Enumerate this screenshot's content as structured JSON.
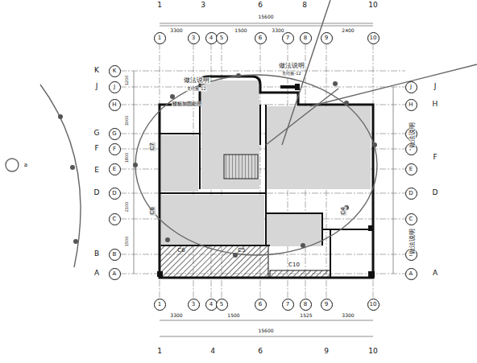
{
  "diagram": {
    "nodes": [
      {
        "text": [
          "1"
        ]
      },
      {
        "text": [
          "3"
        ]
      },
      {
        "text": [
          "4"
        ]
      },
      {
        "text": [
          "5"
        ]
      },
      {
        "text": [
          "6"
        ]
      },
      {
        "text": [
          "7"
        ]
      },
      {
        "text": [
          "8"
        ]
      },
      {
        "text": [
          "9"
        ]
      },
      {
        "text": [
          "10"
        ]
      },
      {
        "text": [
          "K"
        ]
      },
      {
        "text": [
          "J"
        ]
      },
      {
        "text": [
          "H"
        ]
      },
      {
        "text": [
          "G"
        ]
      },
      {
        "text": [
          "F"
        ]
      },
      {
        "text": [
          "E"
        ]
      },
      {
        "text": [
          "D"
        ]
      },
      {
        "text": [
          "C"
        ]
      },
      {
        "text": [
          "B"
        ]
      },
      {
        "text": [
          "A"
        ]
      },
      {
        "text": [
          "J"
        ]
      },
      {
        "text": [
          "H"
        ]
      },
      {
        "text": [
          "G"
        ]
      },
      {
        "text": [
          "F"
        ]
      },
      {
        "text": [
          "E"
        ]
      },
      {
        "text": [
          "D"
        ]
      },
      {
        "text": [
          "C"
        ]
      },
      {
        "text": [
          "B"
        ]
      },
      {
        "text": [
          "A"
        ]
      },
      {
        "text": [
          "1"
        ]
      },
      {
        "text": [
          "3"
        ]
      },
      {
        "text": [
          "4"
        ]
      },
      {
        "text": [
          "5"
        ]
      },
      {
        "text": [
          "6"
        ]
      },
      {
        "text": [
          "7"
        ]
      },
      {
        "text": [
          "8"
        ]
      },
      {
        "text": [
          "9"
        ]
      },
      {
        "text": [
          "10"
        ]
      }
    ],
    "edges": [],
    "labels": [
      "K",
      "J",
      "G",
      "F",
      "E",
      "D",
      "B",
      "A",
      "J",
      "H",
      "F",
      "D",
      "A",
      "1",
      "3",
      "6",
      "8",
      "10",
      "1",
      "4",
      "6",
      "9",
      "10",
      "15600",
      "3300",
      "1500",
      "3300",
      "2400",
      "3300",
      "1500",
      "1525",
      "3300",
      "15600",
      "C6",
      "C5",
      "C10",
      "C4",
      "C7",
      "C8",
      "做法说明",
      "见结施-12",
      "做法说明",
      "见结施-12",
      "做法说明",
      "做法说明",
      "楼板加固处理",
      "a",
      "1200",
      "3000",
      "1800",
      "2100",
      "1500"
    ]
  }
}
